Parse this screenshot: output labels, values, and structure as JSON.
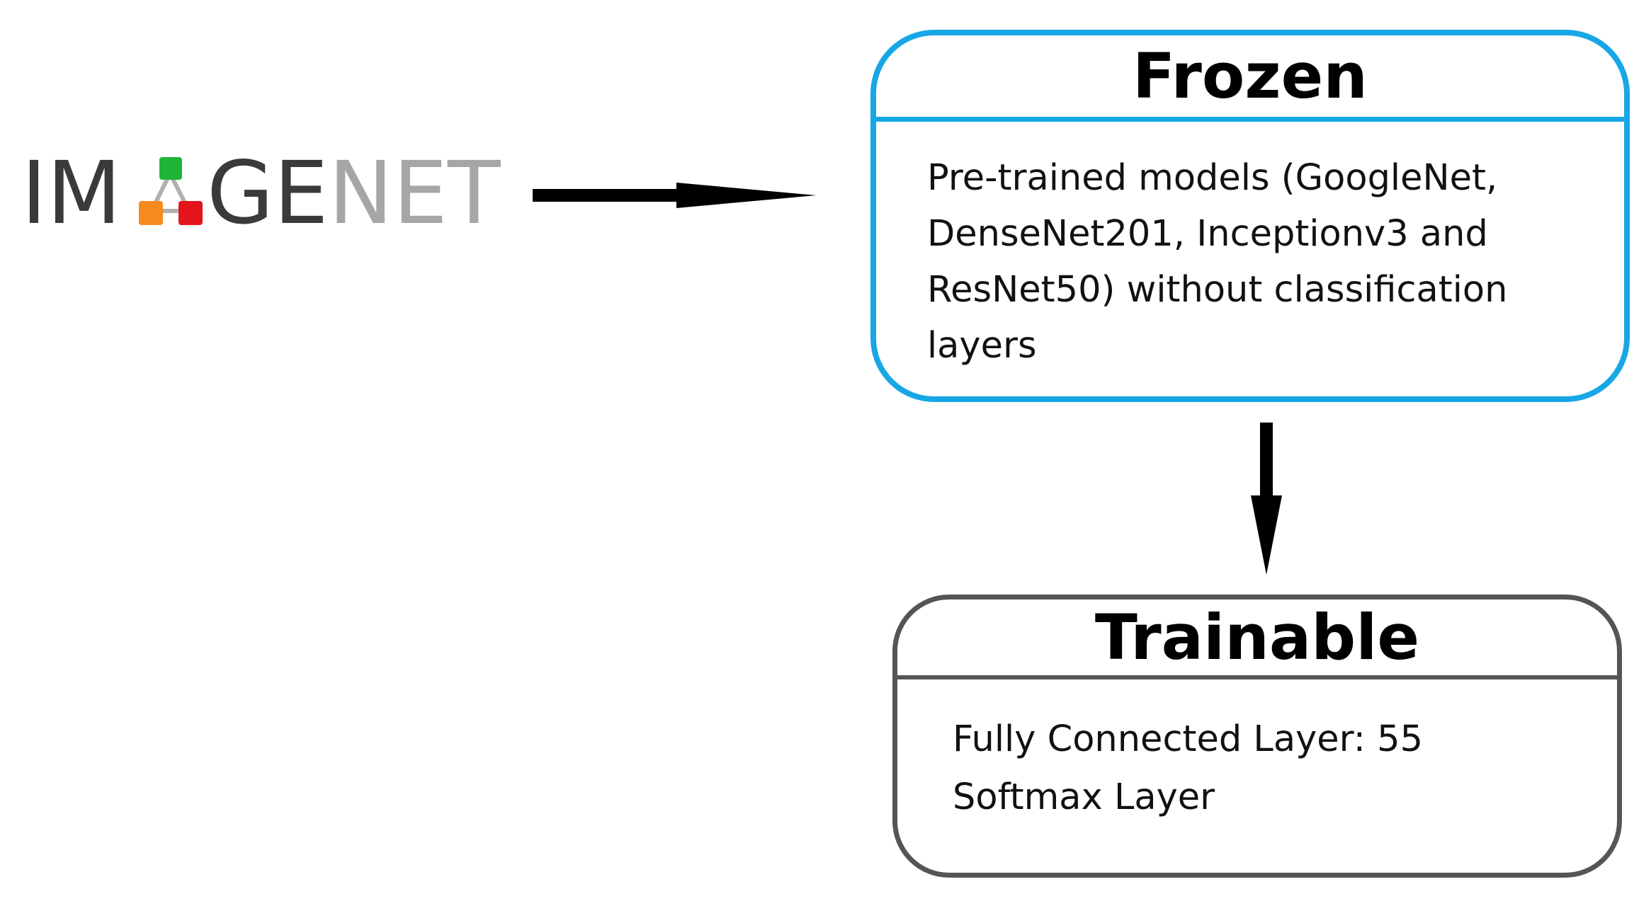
{
  "logo": {
    "text_left": "IM",
    "text_right": "GENET",
    "colors": {
      "dark_text": "#3a3a3a",
      "light_text": "#a6a6a6",
      "node_green": "#1fb53a",
      "node_orange": "#f58a1f",
      "node_red": "#e3141c"
    }
  },
  "frozen": {
    "title": "Frozen",
    "lines": [
      "Pre-trained models (GoogleNet,",
      "DenseNet201, Inceptionv3 and",
      "ResNet50) without classification",
      "layers"
    ],
    "border_color": "#17a7e6"
  },
  "trainable": {
    "title": "Trainable",
    "lines": [
      "Fully Connected Layer: 55",
      "Softmax Layer"
    ],
    "border_color": "#555555"
  }
}
